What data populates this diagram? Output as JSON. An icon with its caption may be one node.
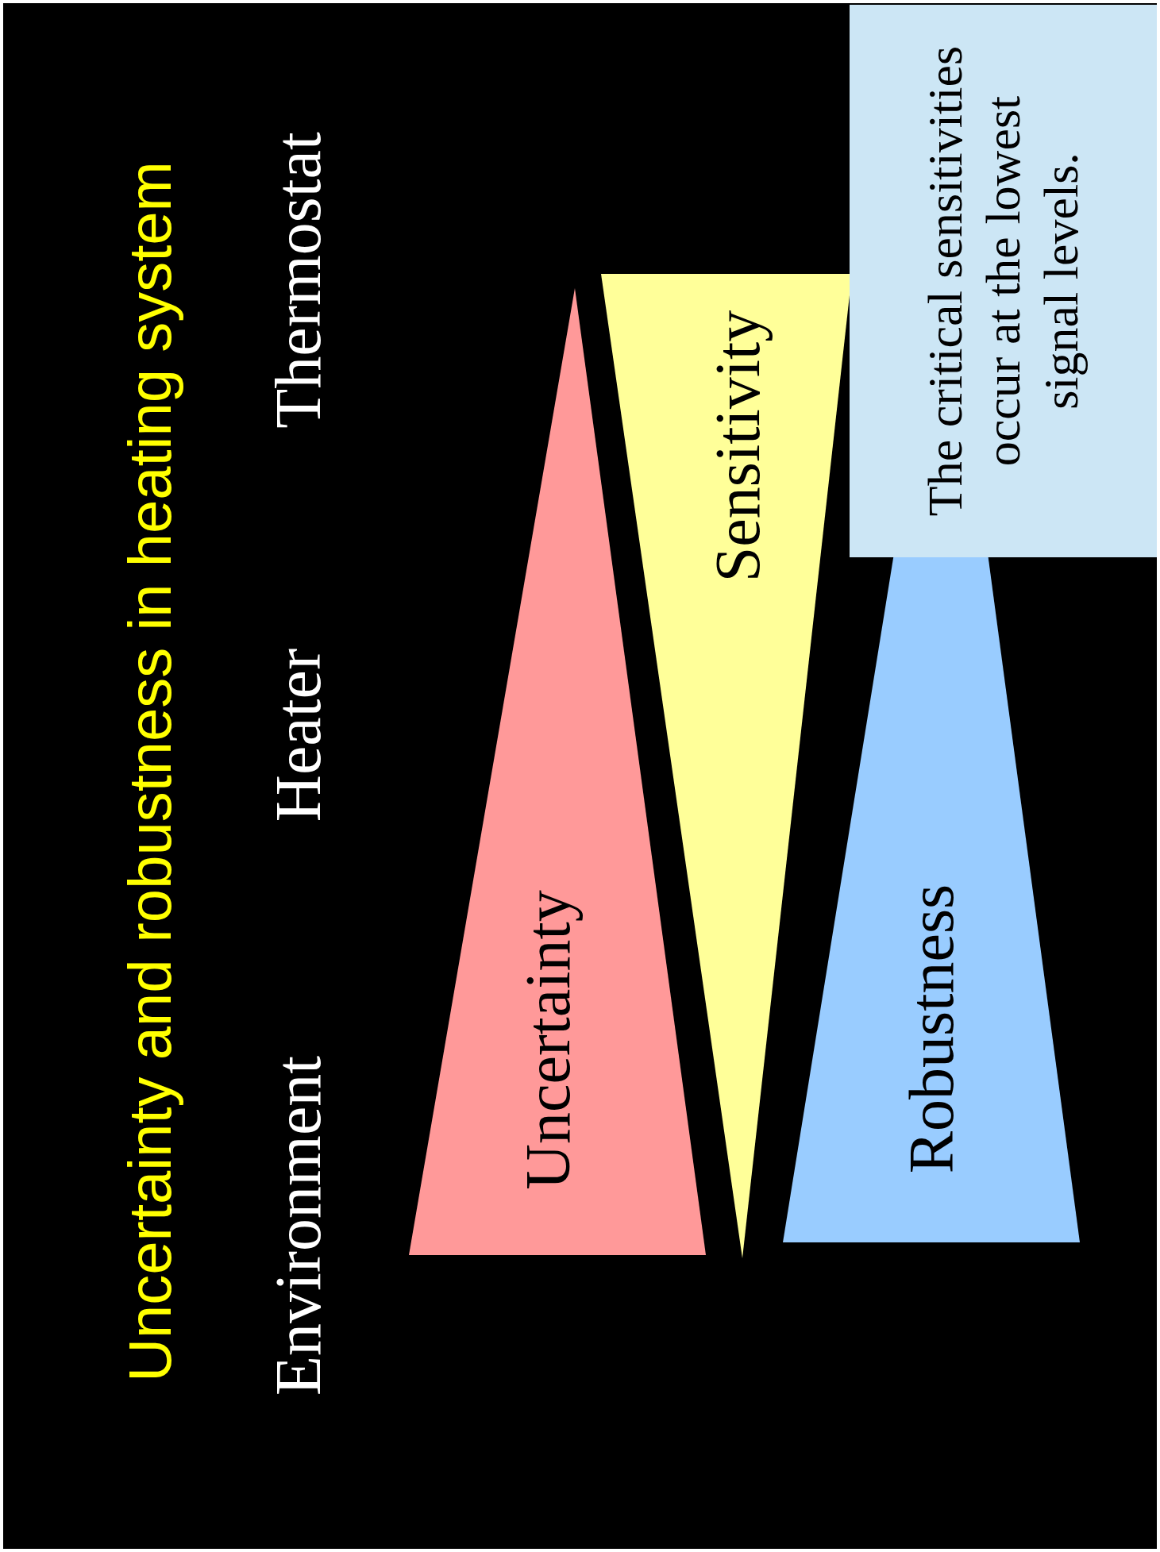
{
  "diagram": {
    "title": "Uncertainty and robustness in heating system",
    "nodes": [
      {
        "text": [
          "Uncertainty"
        ]
      },
      {
        "text": [
          "Sensitivity"
        ]
      },
      {
        "text": [
          "Robustness"
        ]
      },
      {
        "text": [
          "The critical sensitivities occur at the lowest signal levels."
        ]
      }
    ],
    "labels": [
      "Environment",
      "Heater",
      "Thermostat"
    ]
  }
}
